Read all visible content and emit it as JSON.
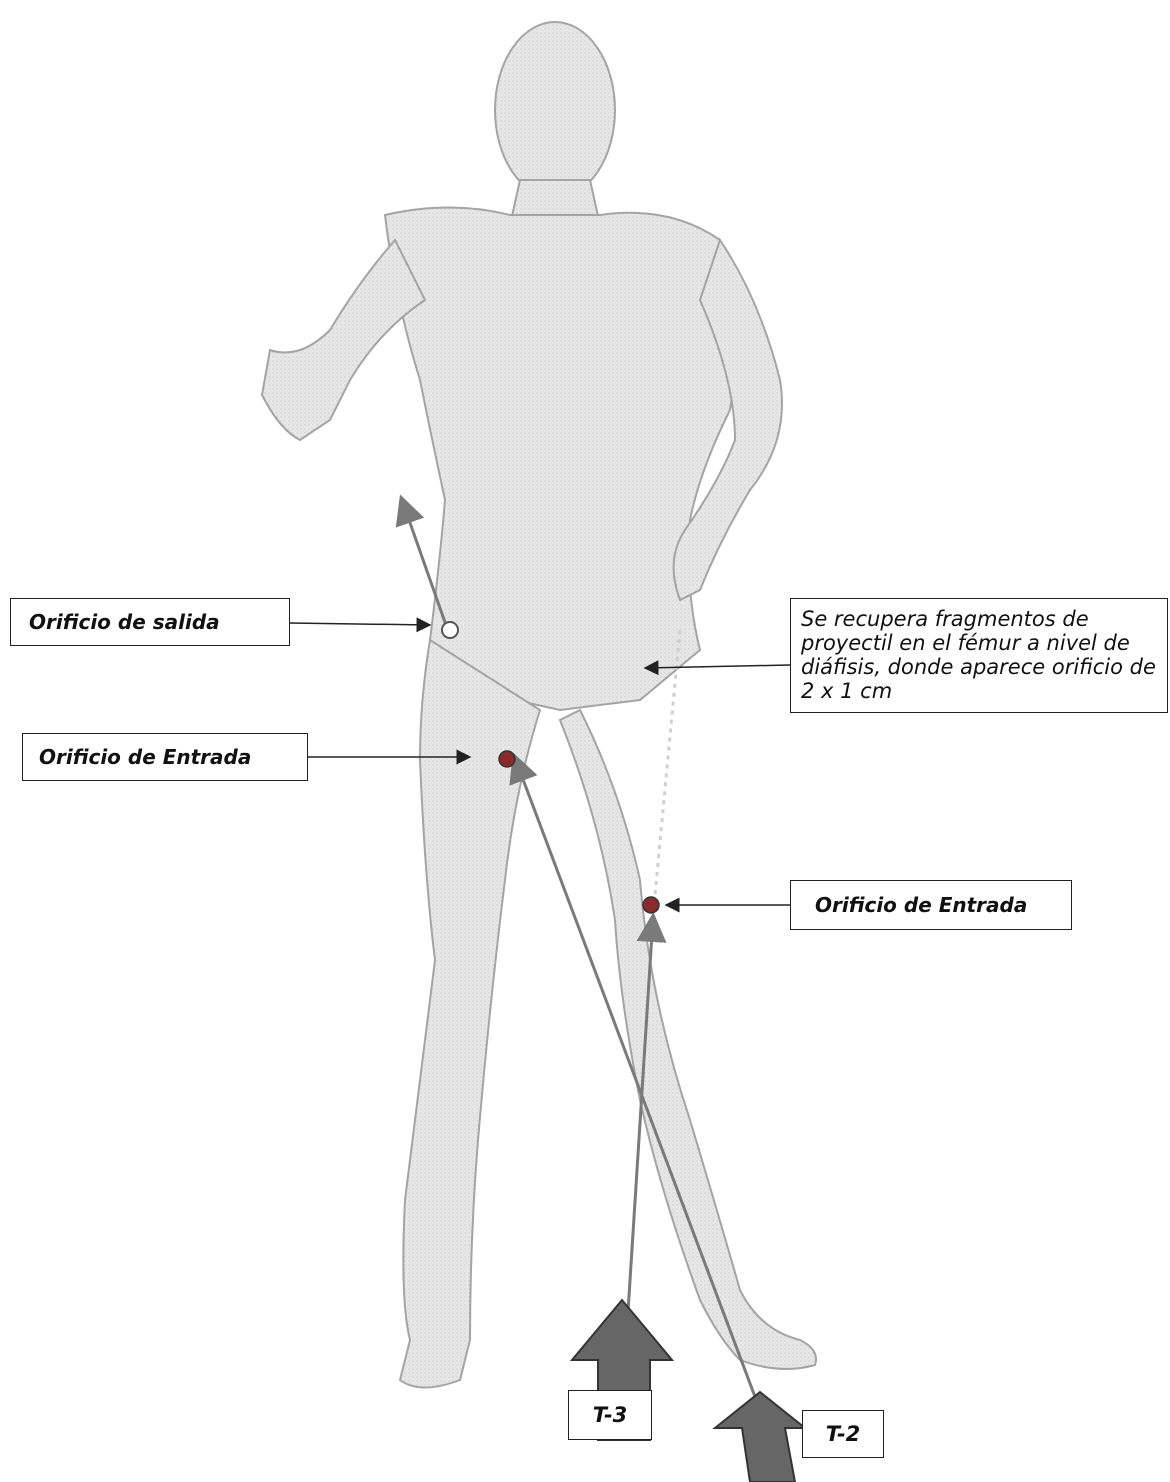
{
  "labels": {
    "exit_wound": "Orificio de salida",
    "entry_wound_right_thigh": "Orificio de Entrada",
    "entry_wound_left_knee": "Orificio de Entrada",
    "femur_fragments_note": "Se recupera fragmentos de proyectil en el fémur a nivel de diáfisis, donde aparece orificio de 2 x 1 cm",
    "trajectory_t3": "T-3",
    "trajectory_t2": "T-2"
  },
  "colors": {
    "trajectory_line": "#7a7a7a",
    "entry_dot": "#8a2a2a",
    "exit_dot": "#ffffff",
    "body_fill": "#e6e6e6",
    "body_outline": "#9a9a9a"
  },
  "icons": {
    "figure": "human-body-figure",
    "trajectory_arrow": "large-up-arrow"
  }
}
